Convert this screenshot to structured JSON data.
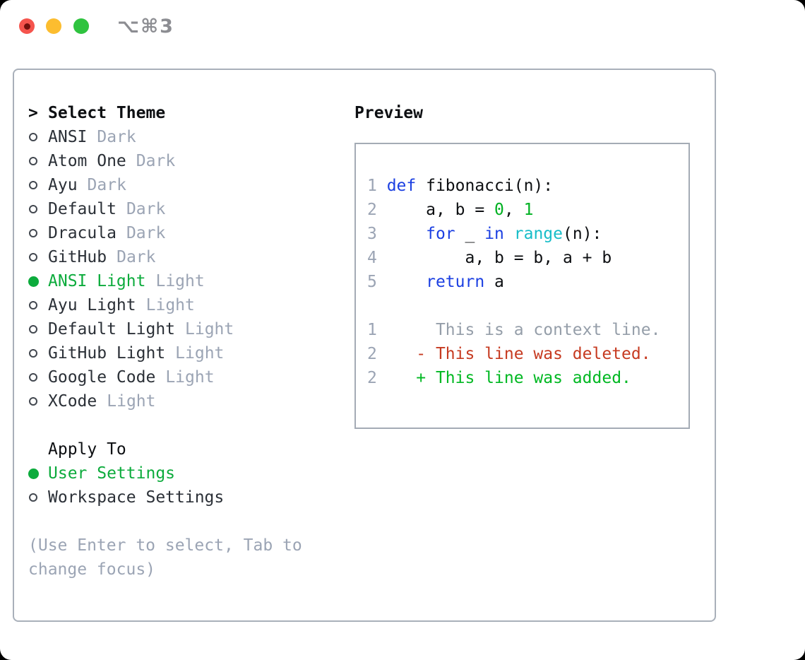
{
  "window": {
    "shortcut_label": "⌥⌘3"
  },
  "theme_panel": {
    "header": {
      "prefix": ">",
      "label": "Select Theme"
    },
    "themes": [
      {
        "name": "ANSI",
        "variant": "Dark",
        "selected": false
      },
      {
        "name": "Atom One",
        "variant": "Dark",
        "selected": false
      },
      {
        "name": "Ayu",
        "variant": "Dark",
        "selected": false
      },
      {
        "name": "Default",
        "variant": "Dark",
        "selected": false
      },
      {
        "name": "Dracula",
        "variant": "Dark",
        "selected": false
      },
      {
        "name": "GitHub",
        "variant": "Dark",
        "selected": false
      },
      {
        "name": "ANSI Light",
        "variant": "Light",
        "selected": true
      },
      {
        "name": "Ayu Light",
        "variant": "Light",
        "selected": false
      },
      {
        "name": "Default Light",
        "variant": "Light",
        "selected": false
      },
      {
        "name": "GitHub Light",
        "variant": "Light",
        "selected": false
      },
      {
        "name": "Google Code",
        "variant": "Light",
        "selected": false
      },
      {
        "name": "XCode",
        "variant": "Light",
        "selected": false
      }
    ],
    "apply_to": {
      "label": "Apply To",
      "options": [
        {
          "label": "User Settings",
          "selected": true
        },
        {
          "label": "Workspace Settings",
          "selected": false
        }
      ]
    },
    "hint_lines": [
      "(Use Enter to select, Tab to",
      "change focus)"
    ]
  },
  "preview": {
    "title": "Preview",
    "code_lines": [
      [
        {
          "t": "1 ",
          "c": "ln"
        },
        {
          "t": "def",
          "c": "kw"
        },
        {
          "t": " fibonacci(n):",
          "c": "txt"
        }
      ],
      [
        {
          "t": "2 ",
          "c": "ln"
        },
        {
          "t": "    a, b = ",
          "c": "txt"
        },
        {
          "t": "0",
          "c": "num"
        },
        {
          "t": ", ",
          "c": "txt"
        },
        {
          "t": "1",
          "c": "num"
        }
      ],
      [
        {
          "t": "3 ",
          "c": "ln"
        },
        {
          "t": "    ",
          "c": "txt"
        },
        {
          "t": "for",
          "c": "kw"
        },
        {
          "t": " _ ",
          "c": "txt"
        },
        {
          "t": "in",
          "c": "kw"
        },
        {
          "t": " ",
          "c": "txt"
        },
        {
          "t": "range",
          "c": "fn"
        },
        {
          "t": "(n):",
          "c": "txt"
        }
      ],
      [
        {
          "t": "4 ",
          "c": "ln"
        },
        {
          "t": "        a, b = b, a + b",
          "c": "txt"
        }
      ],
      [
        {
          "t": "5 ",
          "c": "ln"
        },
        {
          "t": "    ",
          "c": "txt"
        },
        {
          "t": "return",
          "c": "kw"
        },
        {
          "t": " a",
          "c": "txt"
        }
      ]
    ],
    "diff_lines": [
      [
        {
          "t": "1",
          "c": "ln"
        },
        {
          "t": "      This is a context line.",
          "c": "ctx"
        }
      ],
      [
        {
          "t": "2",
          "c": "ln"
        },
        {
          "t": "    ",
          "c": "txt"
        },
        {
          "t": "- This line was deleted.",
          "c": "del"
        }
      ],
      [
        {
          "t": "2",
          "c": "ln"
        },
        {
          "t": "    ",
          "c": "txt"
        },
        {
          "t": "+ This line was added.",
          "c": "add"
        }
      ]
    ]
  },
  "colors": {
    "window_bg": "#ffffff",
    "panel_border": "#a9b0ba",
    "box_border": "#a4abb5",
    "text_black": "#0d0f12",
    "text_dark": "#2b3037",
    "muted": "#9ba4b4",
    "context_gray": "#959ea9",
    "green_accent": "#0cab3c",
    "kw_blue": "#1c40e2",
    "fn_cyan": "#17bdc8",
    "num_green": "#00b122",
    "diff_add": "#00b822",
    "diff_del": "#c63a20",
    "ring": "#42474f",
    "traffic_red": "#f5544d",
    "traffic_red_dot": "#73100c",
    "traffic_yellow": "#fcbd2f",
    "traffic_green": "#2fc33f",
    "shortcut_gray": "#8c8d92"
  }
}
